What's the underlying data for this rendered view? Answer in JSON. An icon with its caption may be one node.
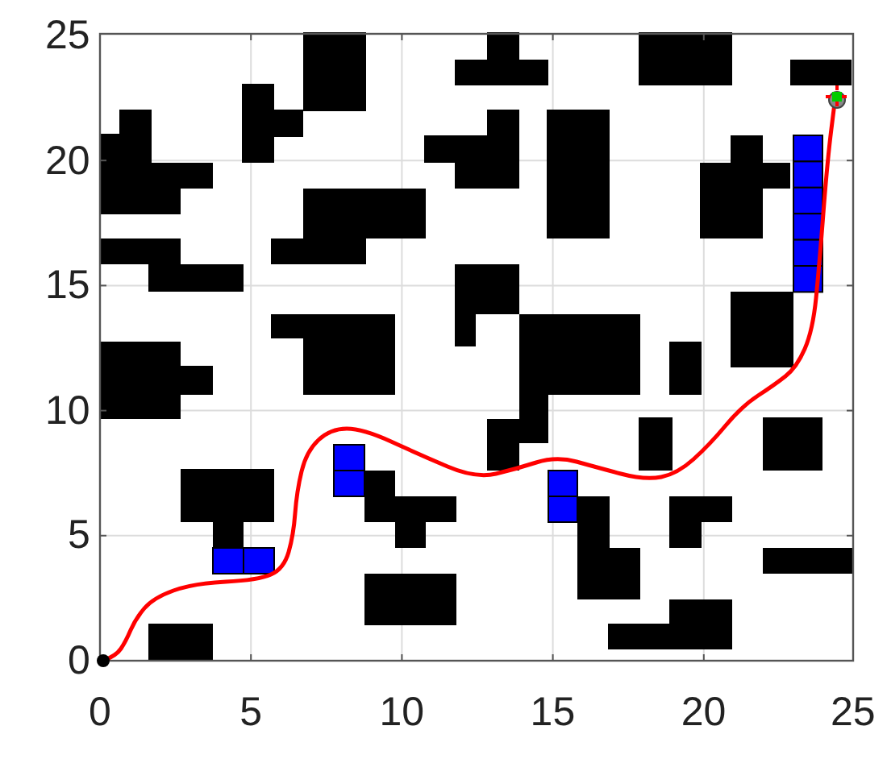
{
  "diagram": {
    "labels": [
      "25",
      "20",
      "15",
      "10",
      "5",
      "0",
      "0",
      "5",
      "10",
      "15",
      "20",
      "25"
    ]
  }
}
